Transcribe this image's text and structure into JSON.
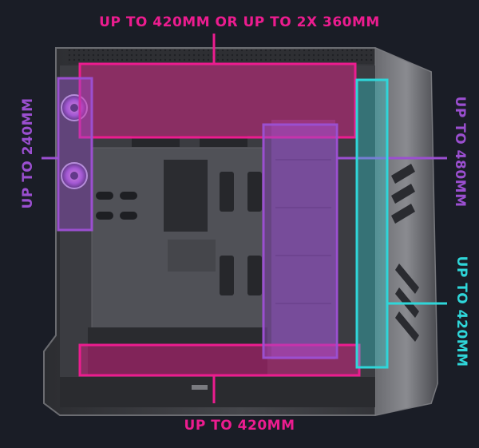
{
  "labels": {
    "top": "UP TO 420MM OR UP TO 2X 360MM",
    "bottom": "UP TO 420MM",
    "left": "UP TO 240MM",
    "right_upper": "UP TO 480MM",
    "right_lower": "UP TO 420MM"
  },
  "colors": {
    "background": "#1a1d26",
    "magenta": "#ec1c8f",
    "purple": "#9b4fd0",
    "cyan": "#2fd6d9",
    "case_body": "#3a3b40",
    "case_panel": "#505157"
  },
  "icons": {
    "fan": "fan-icon"
  }
}
